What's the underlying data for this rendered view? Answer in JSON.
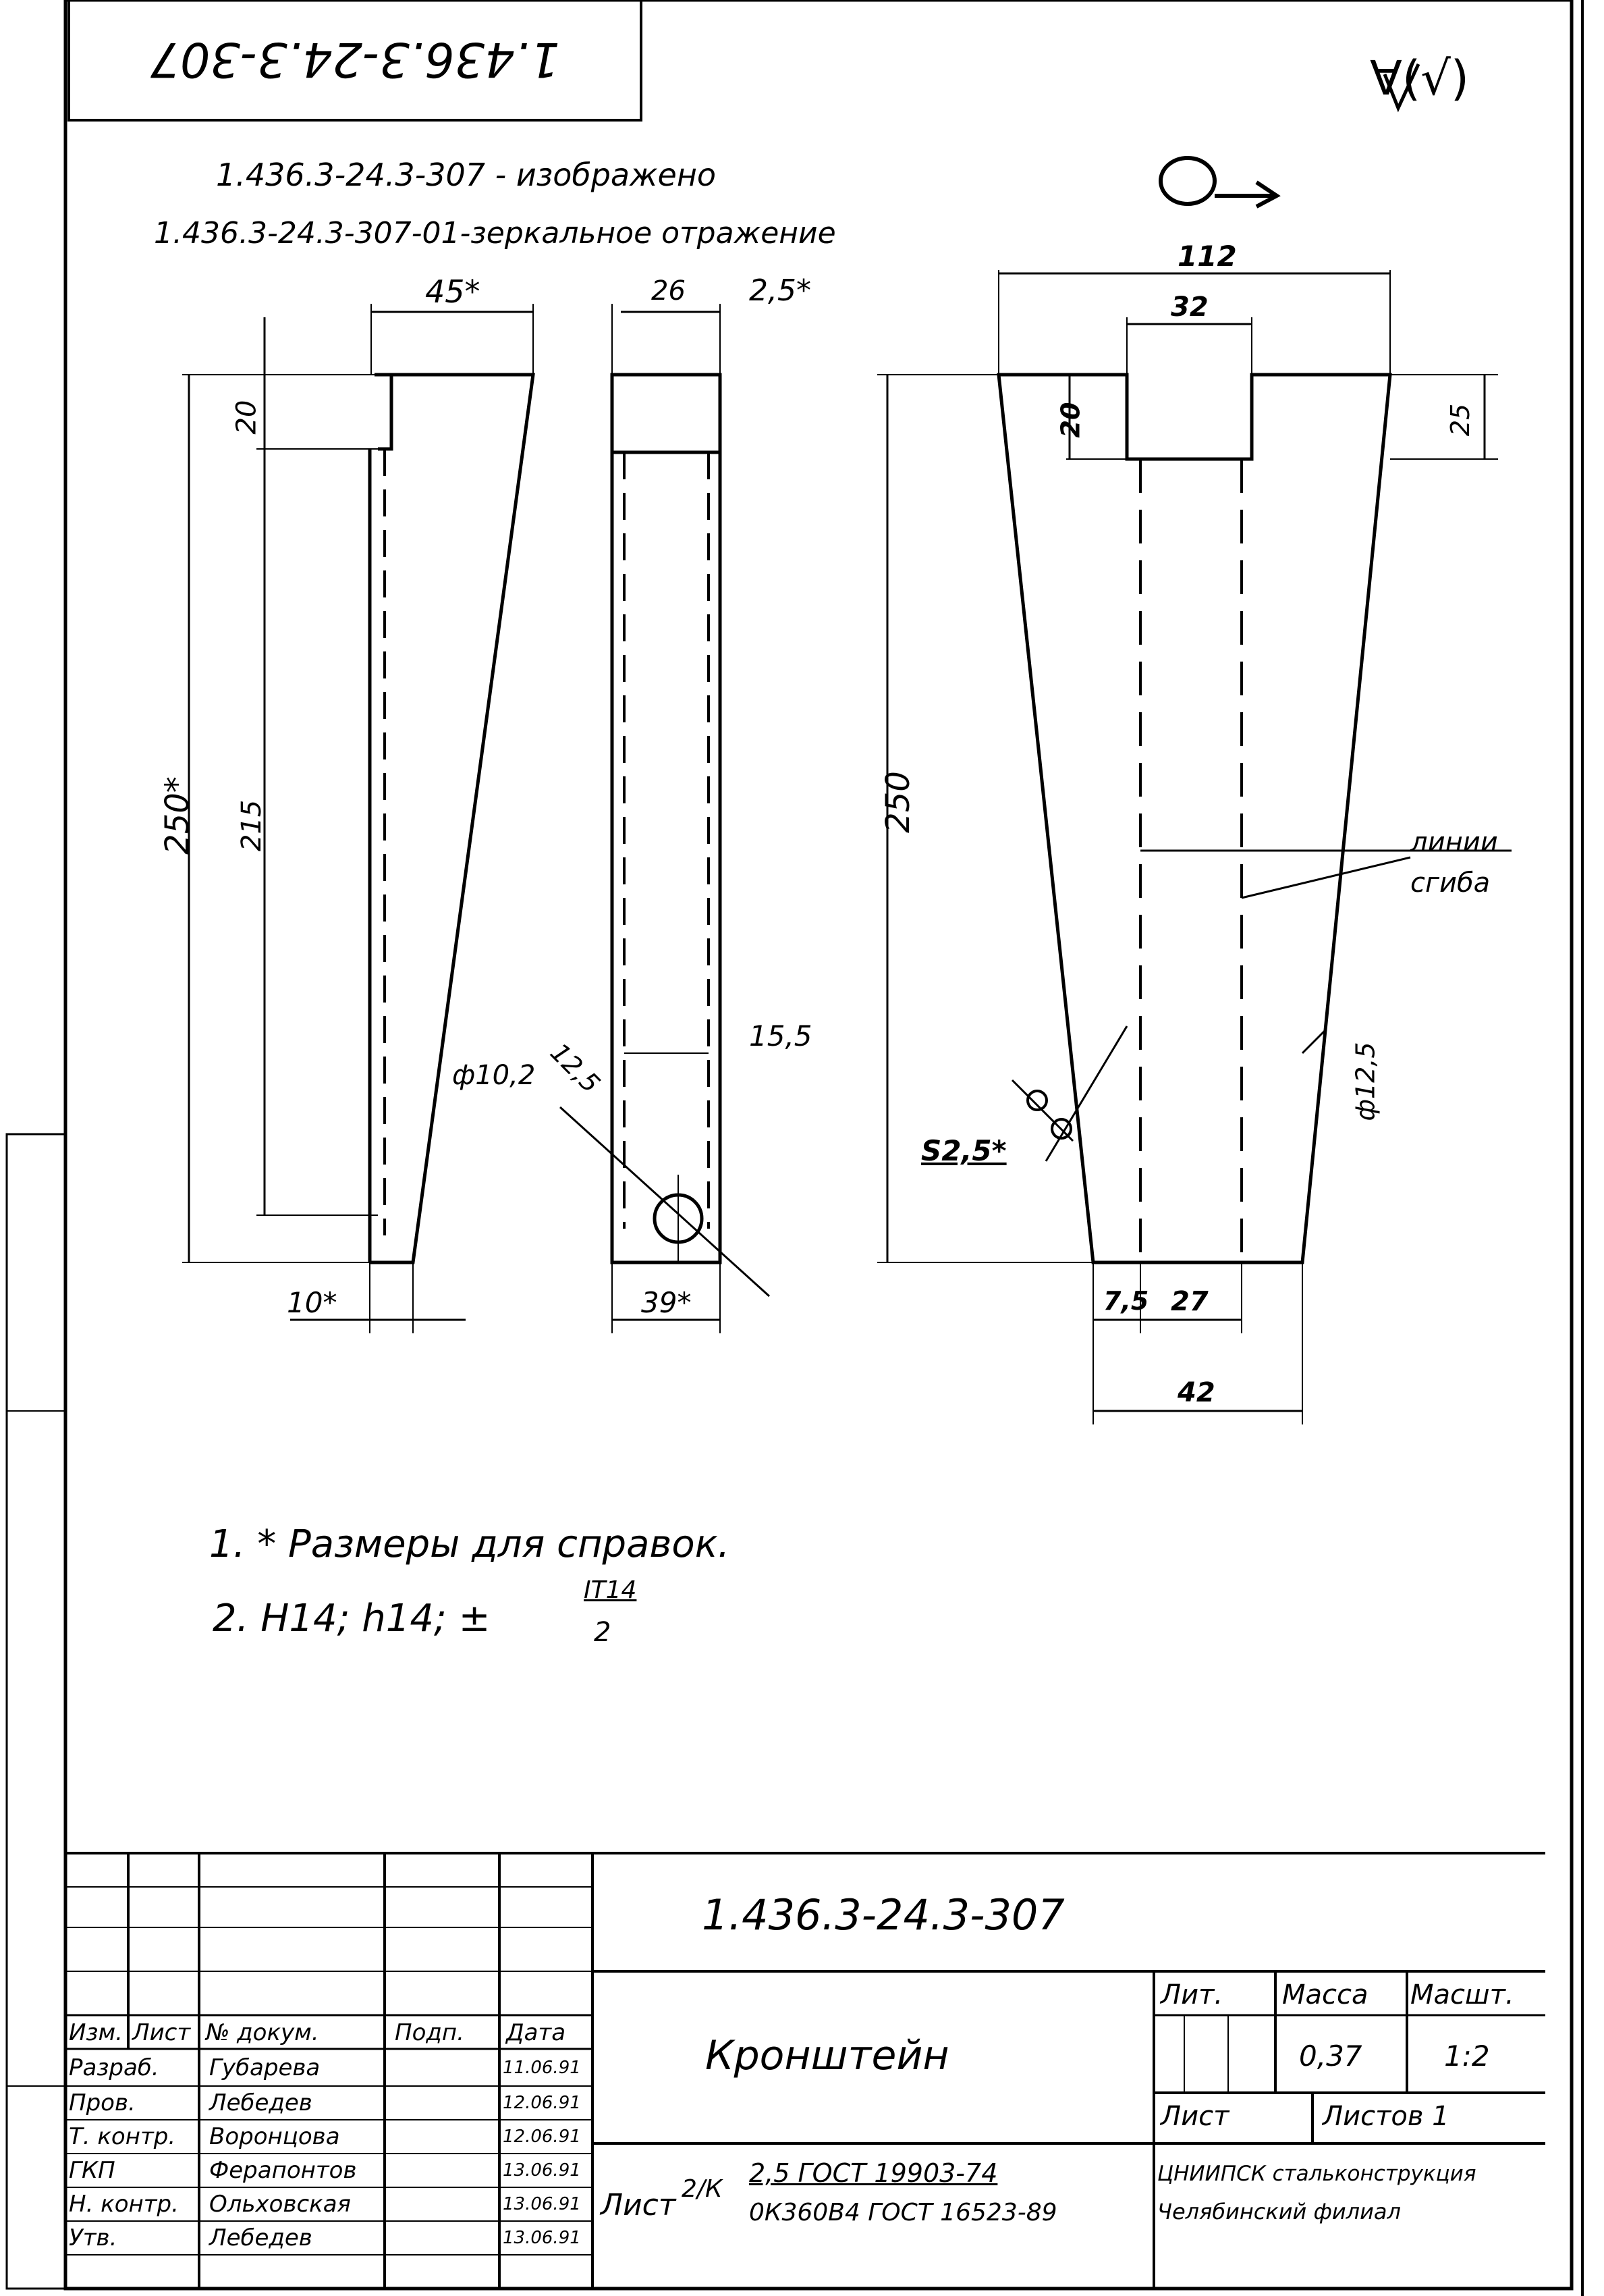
{
  "corner_stamp": "1.436.3-24.3-307",
  "roughness_mark": "∀(√)",
  "header_notes": [
    "1.436.3-24.3-307 - изображено",
    "1.436.3-24.3-307-01-зеркальное отражение"
  ],
  "dimensions": {
    "side_width": "45*",
    "side_top": "20",
    "side_height": "250*",
    "side_inner": "215",
    "side_bottom": "10*",
    "front_width": "26",
    "front_gap": "2,5*",
    "front_hole_offset": "15,5",
    "front_hole_dia": "ф10,2",
    "front_hole_edge": "12,5",
    "front_bottom": "39*",
    "plan_top": "112",
    "plan_inner_top": "32",
    "plan_left_top": "20",
    "plan_right_top": "25",
    "plan_height": "250",
    "plan_bottom_left": "7,5",
    "plan_bottom_inner": "27",
    "plan_bottom": "42",
    "plan_radius": "ф12,5",
    "plan_thickness": "S2,5*"
  },
  "bend_lines_label": [
    "линии",
    "сгиба"
  ],
  "notes": [
    "1. * Размеры для справок.",
    "2. H14; h14; ±"
  ],
  "note_fraction": {
    "numerator": "IT14",
    "denominator": "2"
  },
  "title_block": {
    "designation": "1.436.3-24.3-307",
    "name": "Кронштейн",
    "col_headers": [
      "Изм.",
      "Лист",
      "№ докум.",
      "Подп.",
      "Дата"
    ],
    "rows": [
      {
        "role": "Разраб.",
        "name": "Губарева",
        "date": "11.06.91"
      },
      {
        "role": "Пров.",
        "name": "Лебедев",
        "date": "12.06.91"
      },
      {
        "role": "Т. контр.",
        "name": "Воронцова",
        "date": "12.06.91"
      },
      {
        "role": "ГКП",
        "name": "Ферапонтов",
        "date": "13.06.91"
      },
      {
        "role": "Н. контр.",
        "name": "Ольховская",
        "date": "13.06.91"
      },
      {
        "role": "Утв.",
        "name": "Лебедев",
        "date": "13.06.91"
      }
    ],
    "lit_label": "Лит.",
    "mass_label": "Масса",
    "scale_label": "Масшт.",
    "mass": "0,37",
    "scale": "1:2",
    "sheet_label": "Лист",
    "sheets_label": "Листов 1",
    "material_prefix": "Лист",
    "material_fraction_num": "2,5 ГОСТ 19903-74",
    "material_fraction_den": "0К360В4 ГОСТ 16523-89",
    "material_mid": "2/К",
    "org_line1": "ЦНИИПСК стальконструкция",
    "org_line2": "Челябинский филиал"
  }
}
